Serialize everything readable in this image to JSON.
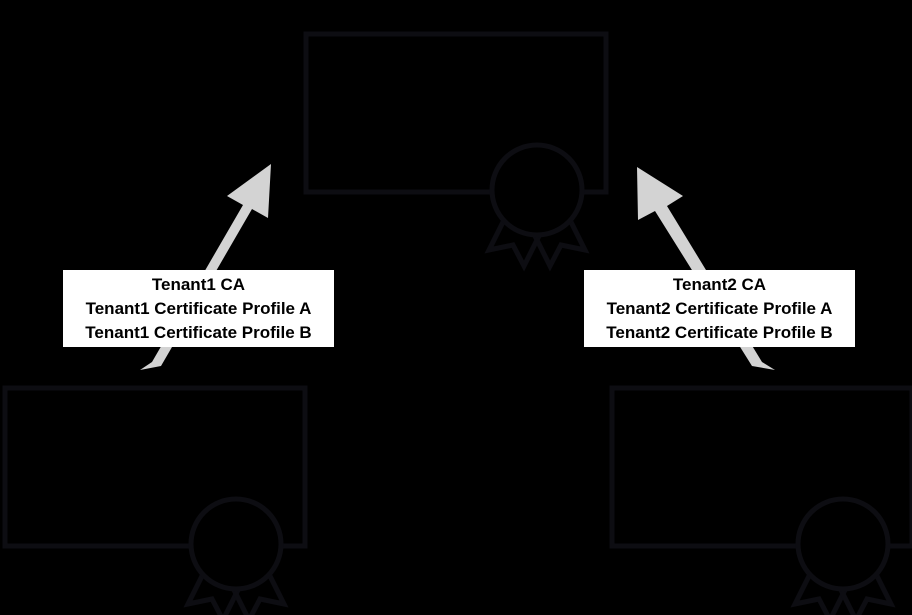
{
  "diagram": {
    "background_color": "#000000",
    "node_stroke_color": "#0d0d12",
    "arrow_color": "#d3d3d3",
    "label_background_color": "#ffffff",
    "label_text_color": "#000000",
    "nodes": [
      {
        "id": "root-ca",
        "icon": "certificate-icon",
        "position": "top-center"
      },
      {
        "id": "tenant1-ca",
        "icon": "certificate-icon",
        "position": "bottom-left"
      },
      {
        "id": "tenant2-ca",
        "icon": "certificate-icon",
        "position": "bottom-right"
      }
    ],
    "arrows": [
      {
        "id": "arrow-tenant1-to-root",
        "from": "tenant1-ca",
        "to": "root-ca",
        "direction": "up-right"
      },
      {
        "id": "arrow-tenant2-to-root",
        "from": "tenant2-ca",
        "to": "root-ca",
        "direction": "up-left"
      }
    ],
    "labels": {
      "tenant1": {
        "line1": "Tenant1 CA",
        "line2": "Tenant1 Certificate Profile A",
        "line3": "Tenant1 Certificate Profile B"
      },
      "tenant2": {
        "line1": "Tenant2 CA",
        "line2": "Tenant2 Certificate Profile A",
        "line3": "Tenant2 Certificate Profile B"
      }
    }
  }
}
